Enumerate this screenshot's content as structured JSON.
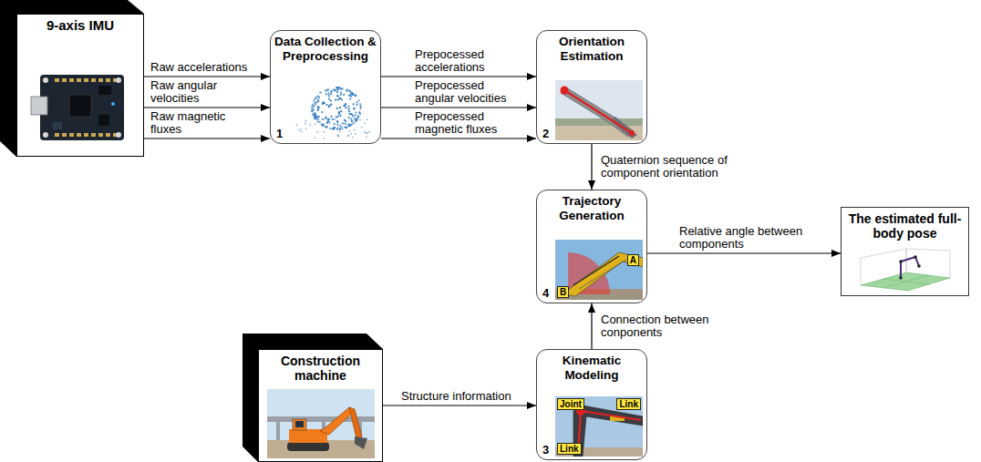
{
  "diagram": {
    "nodes": [
      {
        "text": [
          "9-axis IMU"
        ]
      },
      {
        "text": [
          "Data Collection & Preprocessing",
          "1"
        ]
      },
      {
        "text": [
          "Orientation Estimation",
          "2"
        ]
      },
      {
        "text": [
          "Trajectory Generation",
          "4"
        ]
      },
      {
        "text": [
          "The estimated full-body pose"
        ]
      },
      {
        "text": [
          "Construction machine"
        ]
      },
      {
        "text": [
          "Kinematic Modeling",
          "3"
        ]
      }
    ],
    "edges": [
      {
        "from": 0,
        "to": 1,
        "label": "Raw accelerations",
        "arrow": "to"
      },
      {
        "from": 0,
        "to": 1,
        "label": "Raw angular velocities",
        "arrow": "to"
      },
      {
        "from": 0,
        "to": 1,
        "label": "Raw magnetic fluxes",
        "arrow": "to"
      },
      {
        "from": 1,
        "to": 2,
        "label": "Prepocessed accelerations",
        "arrow": "to"
      },
      {
        "from": 1,
        "to": 2,
        "label": "Prepocessed angular velocities",
        "arrow": "to"
      },
      {
        "from": 1,
        "to": 2,
        "label": "Prepocessed magnetic fluxes",
        "arrow": "to"
      },
      {
        "from": 2,
        "to": 3,
        "label": "Quaternion sequence of component orientation",
        "arrow": "to"
      },
      {
        "from": 3,
        "to": 4,
        "label": "Relative angle between components",
        "arrow": "to"
      },
      {
        "from": 5,
        "to": 6,
        "label": "Structure information",
        "arrow": "to"
      },
      {
        "from": 6,
        "to": 3,
        "label": "Connection between conponents",
        "arrow": "to"
      }
    ],
    "labels": [
      "A",
      "B",
      "Joint",
      "Link",
      "Link"
    ]
  }
}
